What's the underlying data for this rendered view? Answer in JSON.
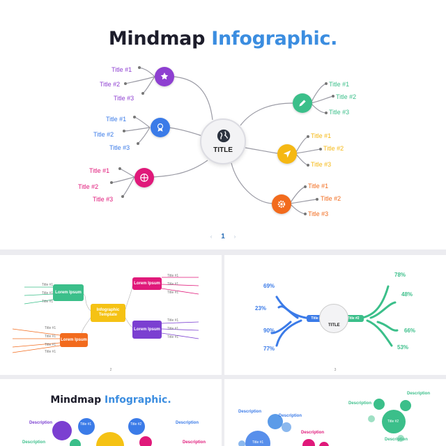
{
  "main": {
    "title_part1": "Mindmap",
    "title_part2": "Infographic.",
    "center_label": "TITLE",
    "accent_color": "#3b8de0",
    "branches": [
      {
        "icon": "star-badge-icon",
        "color": "#8e3fd1",
        "labels": [
          "Title #1",
          "Title #2",
          "Title #3"
        ]
      },
      {
        "icon": "award-icon",
        "color": "#3b7be8",
        "labels": [
          "Title #1",
          "Title #2",
          "Title #3"
        ]
      },
      {
        "icon": "globe-icon",
        "color": "#e0197a",
        "labels": [
          "Title #1",
          "Title #2",
          "Title #3"
        ]
      },
      {
        "icon": "pencil-icon",
        "color": "#3bbf8a",
        "labels": [
          "Title #1",
          "Title #2",
          "Title #3"
        ]
      },
      {
        "icon": "paper-plane-icon",
        "color": "#f5b814",
        "labels": [
          "Title #1",
          "Title #2",
          "Title #3"
        ]
      },
      {
        "icon": "gear-icon",
        "color": "#f26b1d",
        "labels": [
          "Title #1",
          "Title #2",
          "Title #3"
        ]
      }
    ],
    "page_number": "1",
    "prev_arrow": "‹",
    "next_arrow": "›"
  },
  "thumb1": {
    "center": "Infographic Template",
    "boxes": [
      "Lorem Ipsum",
      "Lorem Ipsum",
      "Lorem Ipsum",
      "Lorem Ipsum"
    ],
    "title_label": "Title #1",
    "page": "2"
  },
  "thumb2": {
    "center": "TITLE",
    "left_tag": "Title #1",
    "right_tag": "Title #2",
    "left_pcts": [
      "69%",
      "23%",
      "90%",
      "77%"
    ],
    "right_pcts": [
      "78%",
      "48%",
      "66%",
      "53%"
    ],
    "page": "3"
  },
  "thumb3": {
    "title_part1": "Mindmap",
    "title_part2": "Infographic.",
    "labels": [
      "Description",
      "Description",
      "Description",
      "Description",
      "Title #1",
      "Title #2"
    ]
  },
  "thumb4": {
    "labels": [
      "Description",
      "Description",
      "Description",
      "Description",
      "Description",
      "Description",
      "Title #1",
      "Title #2"
    ]
  }
}
